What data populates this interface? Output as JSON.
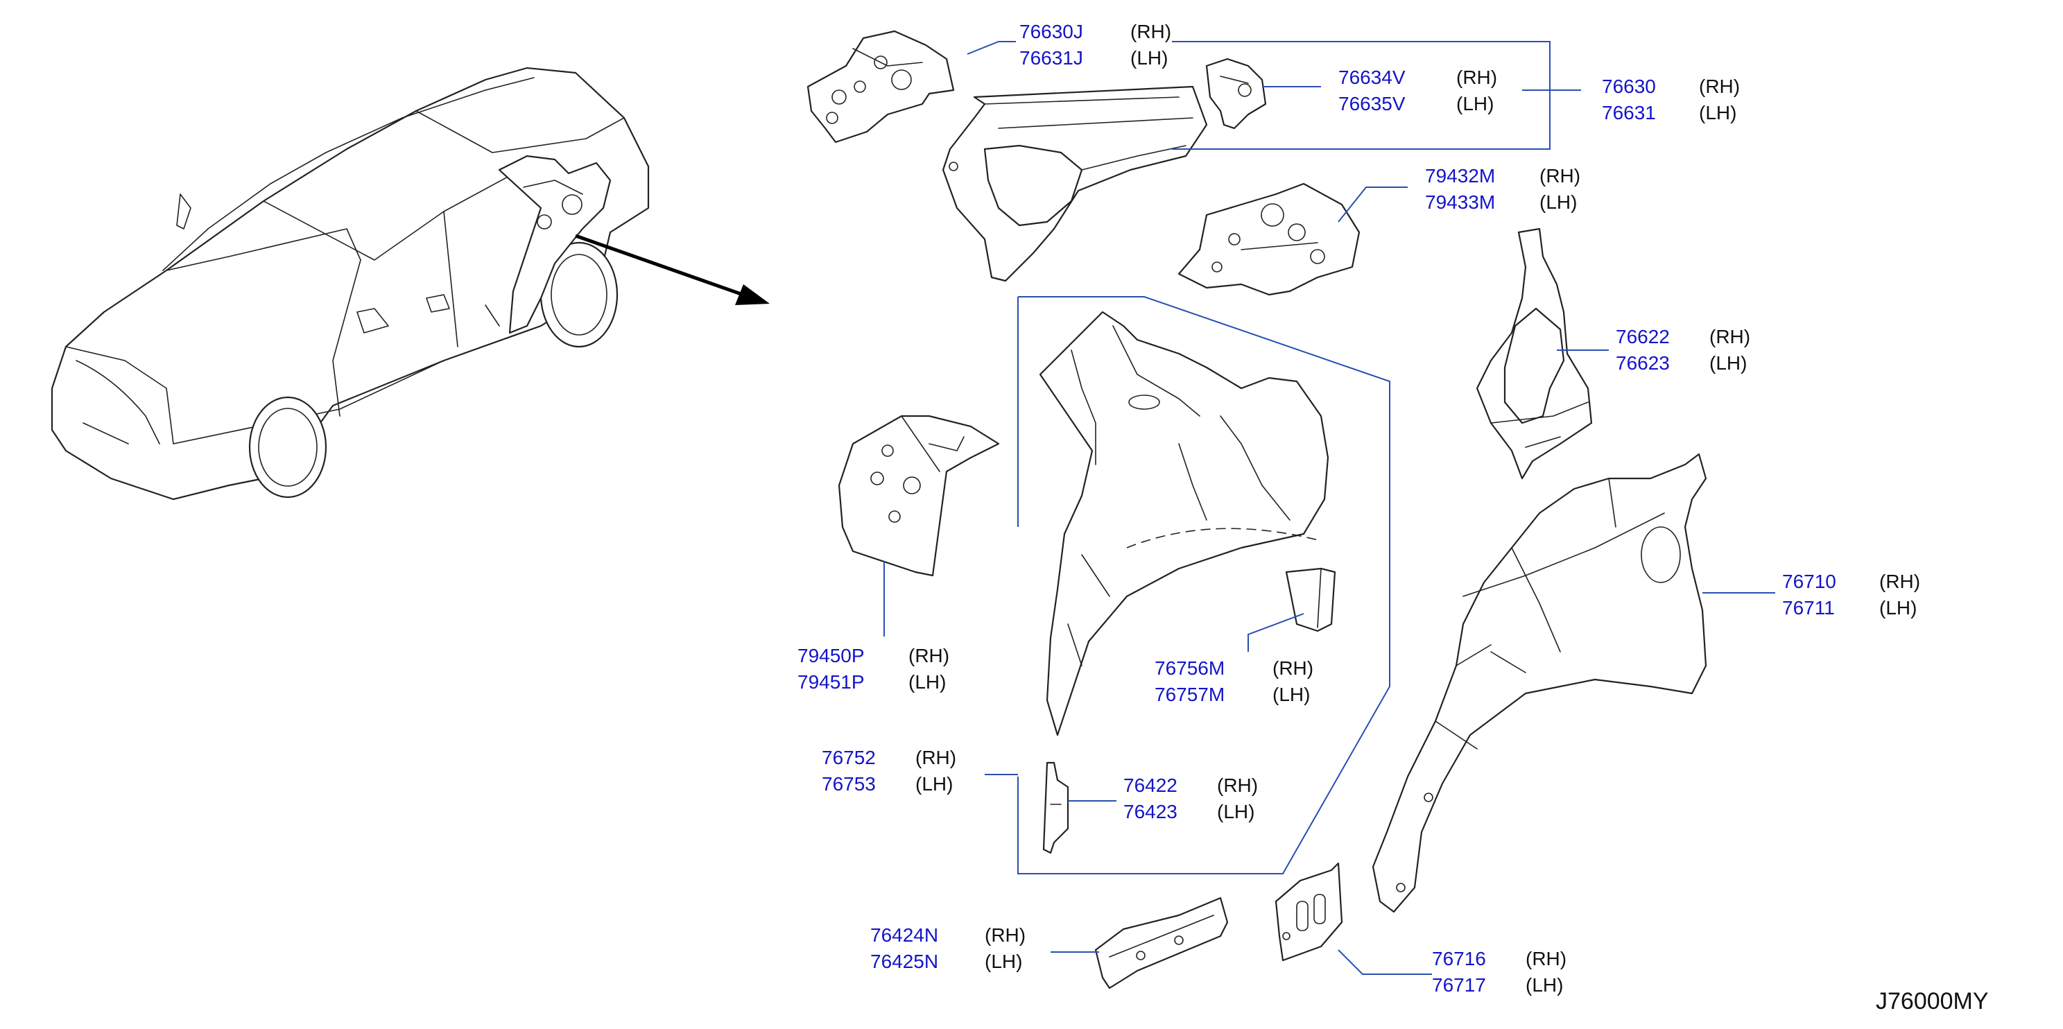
{
  "diagram_code": "J76000MY",
  "icons": {
    "vehicle": "car-sedan-icon",
    "arrow": "arrow-icon"
  },
  "colors": {
    "part_number": "#1414c8",
    "leader": "#2a4fb0",
    "line_art": "#222222"
  },
  "callouts": [
    {
      "id": "c1",
      "rows": [
        {
          "part": "76630J",
          "side": "(RH)"
        },
        {
          "part": "76631J",
          "side": "(LH)"
        }
      ]
    },
    {
      "id": "c2",
      "rows": [
        {
          "part": "76634V",
          "side": "(RH)"
        },
        {
          "part": "76635V",
          "side": "(LH)"
        }
      ]
    },
    {
      "id": "c3",
      "rows": [
        {
          "part": "76630",
          "side": "(RH)"
        },
        {
          "part": "76631",
          "side": "(LH)"
        }
      ]
    },
    {
      "id": "c4",
      "rows": [
        {
          "part": "79432M",
          "side": "(RH)"
        },
        {
          "part": "79433M",
          "side": "(LH)"
        }
      ]
    },
    {
      "id": "c5",
      "rows": [
        {
          "part": "76622",
          "side": "(RH)"
        },
        {
          "part": "76623",
          "side": "(LH)"
        }
      ]
    },
    {
      "id": "c6",
      "rows": [
        {
          "part": "76710",
          "side": "(RH)"
        },
        {
          "part": "76711",
          "side": "(LH)"
        }
      ]
    },
    {
      "id": "c7",
      "rows": [
        {
          "part": "79450P",
          "side": "(RH)"
        },
        {
          "part": "79451P",
          "side": "(LH)"
        }
      ]
    },
    {
      "id": "c8",
      "rows": [
        {
          "part": "76756M",
          "side": "(RH)"
        },
        {
          "part": "76757M",
          "side": "(LH)"
        }
      ]
    },
    {
      "id": "c9",
      "rows": [
        {
          "part": "76752",
          "side": "(RH)"
        },
        {
          "part": "76753",
          "side": "(LH)"
        }
      ]
    },
    {
      "id": "c10",
      "rows": [
        {
          "part": "76422",
          "side": "(RH)"
        },
        {
          "part": "76423",
          "side": "(LH)"
        }
      ]
    },
    {
      "id": "c11",
      "rows": [
        {
          "part": "76424N",
          "side": "(RH)"
        },
        {
          "part": "76425N",
          "side": "(LH)"
        }
      ]
    },
    {
      "id": "c12",
      "rows": [
        {
          "part": "76716",
          "side": "(RH)"
        },
        {
          "part": "76717",
          "side": "(LH)"
        }
      ]
    }
  ]
}
